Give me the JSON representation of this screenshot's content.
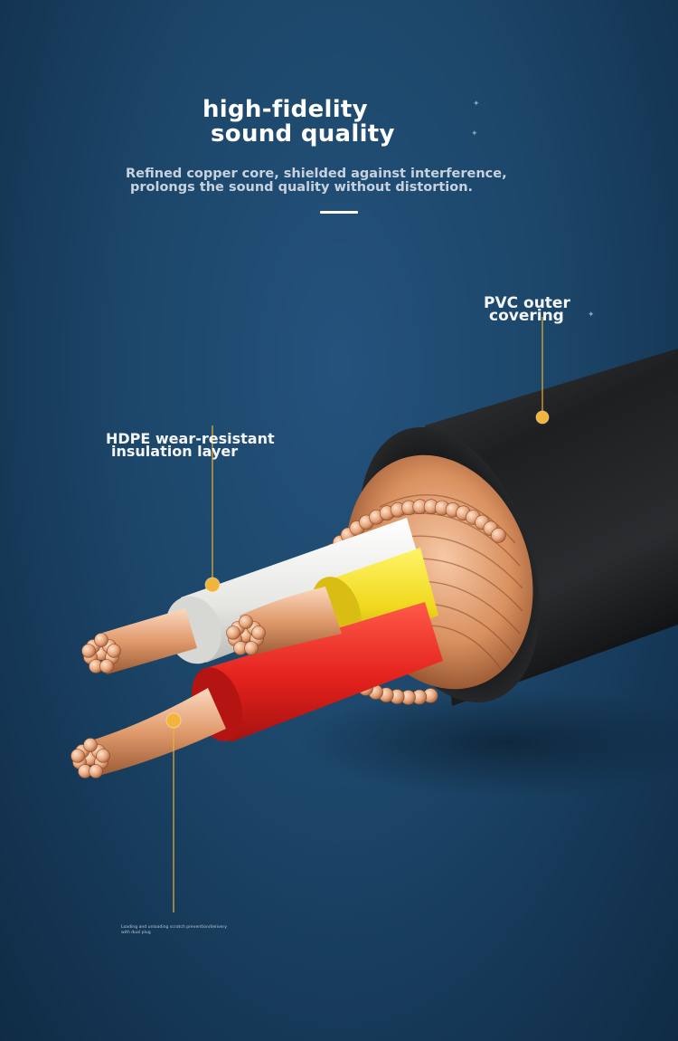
{
  "heading": {
    "title_line1": "high-fidelity",
    "title_line2": "sound quality",
    "subtitle_line1": "Refined copper core, shielded against interference,",
    "subtitle_line2": "prolongs the sound quality without distortion."
  },
  "callouts": {
    "pvc_line1": "PVC outer",
    "pvc_line2": "covering",
    "hdpe_line1": "HDPE wear-resistant",
    "hdpe_line2": "insulation layer"
  },
  "footnote": {
    "line1": "Loading and unloading scratch prevention/delivery",
    "line2": "with dual plug"
  },
  "colors": {
    "background": "#1c4669",
    "accent_dot": "#f2b43a",
    "jacket": "#222325",
    "copper": "#e2a37c",
    "insulation_white": "#f0f0ee",
    "insulation_yellow": "#f3e21f",
    "insulation_red": "#e8231f"
  }
}
